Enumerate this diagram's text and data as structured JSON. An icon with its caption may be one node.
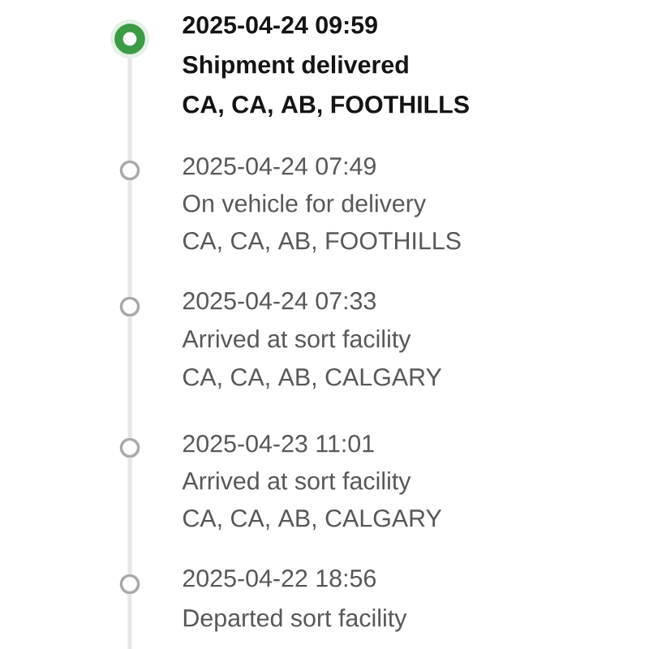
{
  "diagram": {
    "nodes": [
      {
        "text": [],
        "shape": "circle",
        "beside": [
          "2025-04-24 09:59",
          "Shipment delivered",
          "CA, CA, AB, FOOTHILLS"
        ]
      },
      {
        "text": [],
        "shape": "circle",
        "beside": [
          "2025-04-24 07:49",
          "On vehicle for delivery",
          "CA, CA, AB, FOOTHILLS"
        ]
      },
      {
        "text": [],
        "shape": "circle",
        "beside": [
          "2025-04-24 07:33",
          "Arrived at sort facility",
          "CA, CA, AB, CALGARY"
        ]
      },
      {
        "text": [],
        "shape": "circle",
        "beside": [
          "2025-04-23 11:01",
          "Arrived at sort facility",
          "CA, CA, AB, CALGARY"
        ]
      },
      {
        "text": [],
        "shape": "circle",
        "beside": [
          "2025-04-22 18:56",
          "Departed sort facility"
        ]
      }
    ],
    "edges": [
      {
        "from": 0,
        "to": 1,
        "arrow": "none"
      },
      {
        "from": 1,
        "to": 2,
        "arrow": "none"
      },
      {
        "from": 2,
        "to": 3,
        "arrow": "none"
      },
      {
        "from": 3,
        "to": 4,
        "arrow": "none"
      },
      {
        "from": 4,
        "to": null,
        "arrow": "none"
      }
    ]
  }
}
